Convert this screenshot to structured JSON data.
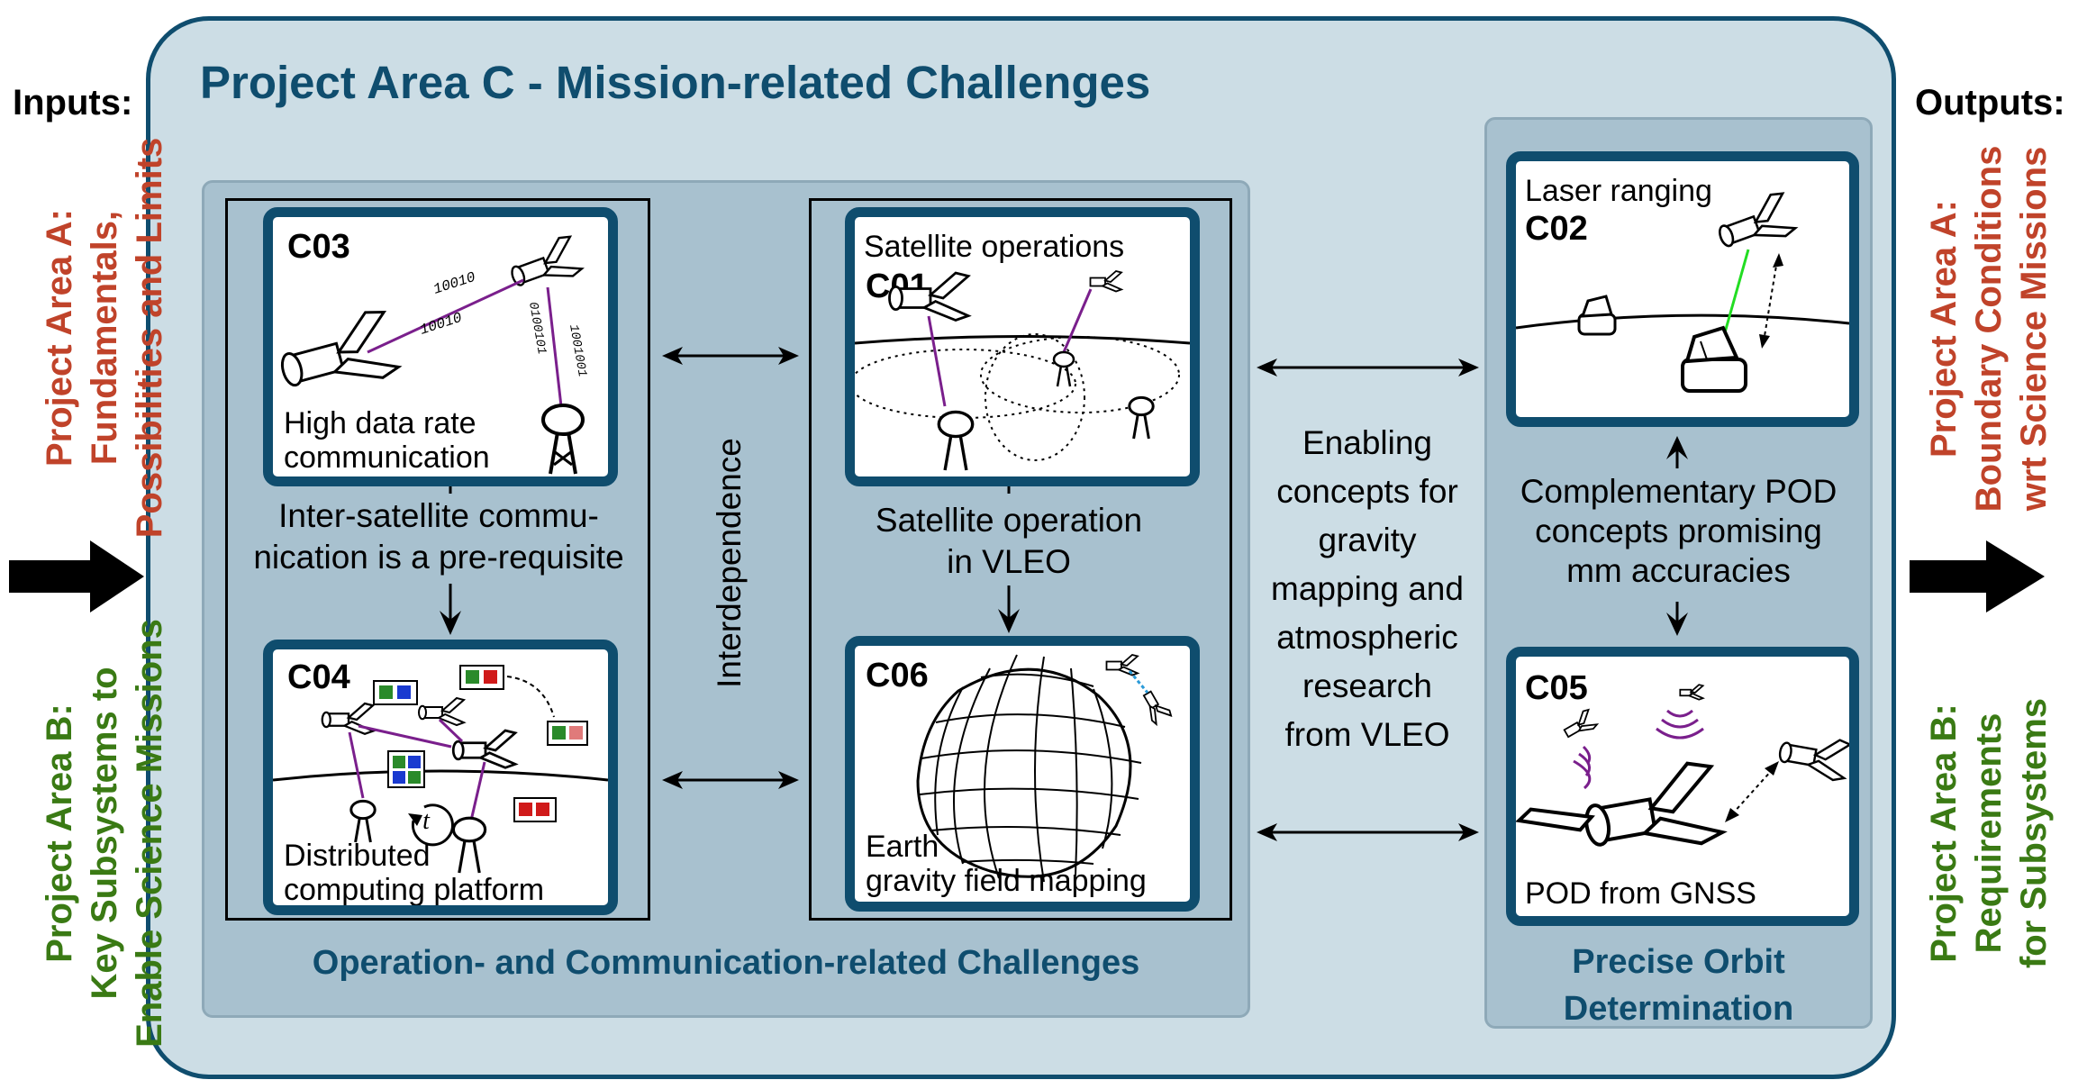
{
  "title": "Project Area C - Mission-related Challenges",
  "inputs": {
    "heading": "Inputs:",
    "area_a": [
      "Project Area A:",
      "Fundamentals,",
      "Possibilities and Limits"
    ],
    "area_b": [
      "Project Area B:",
      "Key Subsystems to",
      "Enable Science Missions"
    ]
  },
  "outputs": {
    "heading": "Outputs:",
    "area_a": [
      "Project Area A:",
      "Boundary Conditions",
      "wrt Science Missions"
    ],
    "area_b": [
      "Project Area B:",
      "Requirements",
      "for Subsystems"
    ]
  },
  "groups": {
    "operation": "Operation- and Communication-related Challenges",
    "pod": [
      "Precise Orbit",
      "Determination"
    ]
  },
  "panels": {
    "c03": {
      "code": "C03",
      "caption": [
        "High data rate",
        "communication"
      ],
      "bits_1": "10010",
      "bits_2": "10010",
      "bits_3": "0100101",
      "bits_4": "1001001"
    },
    "c04": {
      "code": "C04",
      "caption": [
        "Distributed",
        "computing platform"
      ],
      "clock_symbol": "t"
    },
    "c01": {
      "code": "C01",
      "caption": "Satellite operations"
    },
    "c06": {
      "code": "C06",
      "caption": [
        "Earth",
        "gravity field mapping"
      ]
    },
    "c02": {
      "code": "C02",
      "caption": "Laser ranging"
    },
    "c05": {
      "code": "C05",
      "caption": "POD from GNSS"
    }
  },
  "connectors": {
    "c03_c04": [
      "Inter-satellite commu-",
      "nication is a pre-requisite"
    ],
    "c01_c06": [
      "Satellite operation",
      "in VLEO"
    ],
    "interdependence": "Interdependence",
    "enabling": [
      "Enabling",
      "concepts for",
      "gravity",
      "mapping and",
      "atmospheric",
      "research",
      "from VLEO"
    ],
    "complementary": [
      "Complementary POD",
      "concepts promising",
      "mm accuracies"
    ]
  },
  "colors": {
    "navy": "#0f4d6e",
    "outer_fill": "#ccdde5",
    "group_fill": "#a8c1cf",
    "red_text": "#c0432a",
    "green_text": "#3a7a14",
    "link_purple": "#7a1f8c",
    "laser_green": "#22dd22"
  }
}
